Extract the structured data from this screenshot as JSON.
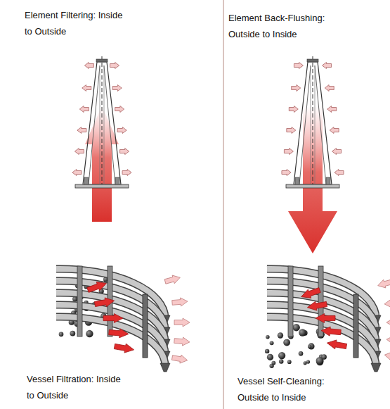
{
  "diagram": {
    "labels": [
      "Element Filtering: Inside to Outside",
      "Element Back-Flushing: Outside to Inside",
      "Vessel Filtration: Inside to Outside",
      "Vessel Self-Cleaning: Outside to Inside"
    ]
  }
}
